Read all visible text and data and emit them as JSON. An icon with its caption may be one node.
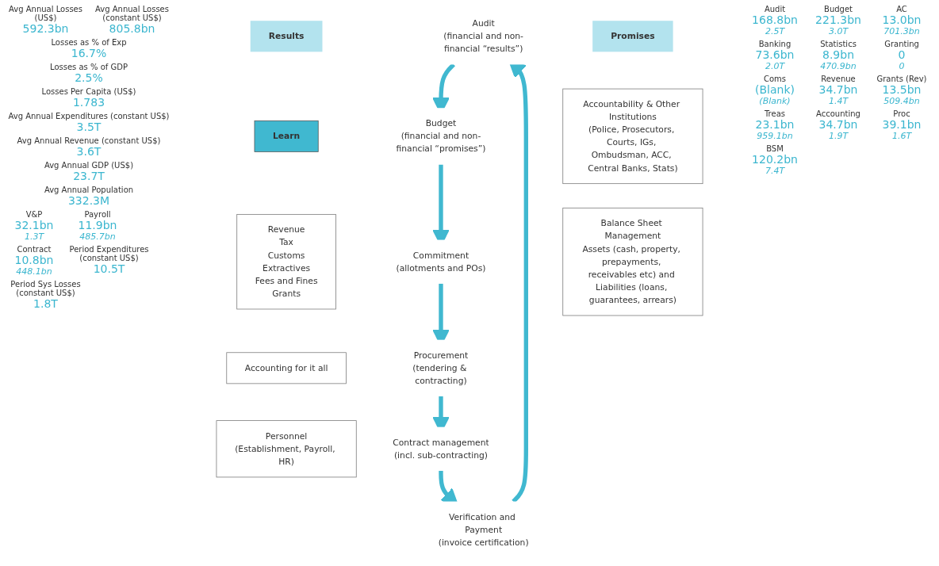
{
  "diagram": {
    "nodes": [
      {
        "text": [
          "Audit",
          "(financial and non-financial “results”)"
        ]
      },
      {
        "text": [
          "Budget",
          "(financial and non-financial “promises”)"
        ]
      },
      {
        "text": [
          "Commitment",
          "(allotments and POs)"
        ]
      },
      {
        "text": [
          "Procurement",
          "(tendering & contracting)"
        ]
      },
      {
        "text": [
          "Contract management",
          "(incl. sub-contracting)"
        ]
      },
      {
        "text": [
          "Verification and Payment",
          "(invoice certification)"
        ]
      },
      {
        "text": [
          "Learn"
        ]
      },
      {
        "text": [
          "Results"
        ]
      },
      {
        "text": [
          "Promises"
        ]
      },
      {
        "text": [
          "Revenue",
          "Tax",
          "Customs",
          "Extractives",
          "Fees and Fines",
          "Grants"
        ]
      },
      {
        "text": [
          "Accounting for it all"
        ]
      },
      {
        "text": [
          "Personnel",
          "(Establishment, Payroll, HR)"
        ]
      },
      {
        "text": [
          "Accountability & Other Institutions",
          "(Police, Prosecutors, Courts, IGs, Ombudsman, ACC, Central Banks, Stats)"
        ]
      },
      {
        "text": [
          "Balance Sheet Management",
          "Assets (cash, property, prepayments, receivables etc) and Liabilities (loans, guarantees, arrears)"
        ]
      }
    ],
    "edges": [
      {
        "from": 0,
        "to": 1,
        "arrow": "to"
      },
      {
        "from": 1,
        "to": 2,
        "arrow": "to"
      },
      {
        "from": 2,
        "to": 3,
        "arrow": "to"
      },
      {
        "from": 3,
        "to": 4,
        "arrow": "to"
      },
      {
        "from": 4,
        "to": 5,
        "arrow": "to"
      },
      {
        "from": 5,
        "to": 0,
        "arrow": "to"
      }
    ],
    "labels": [
      "Avg Annual Losses (US$)",
      "592.3bn",
      "Avg Annual Losses (constant US$)",
      "805.8bn",
      "Losses as % of Exp",
      "16.7%",
      "Losses as % of GDP",
      "2.5%",
      "Losses Per Capita (US$)",
      "1.783",
      "Avg Annual Expenditures (constant US$)",
      "3.5T",
      "Avg Annual Revenue (constant US$)",
      "3.6T",
      "Avg Annual GDP (US$)",
      "23.7T",
      "Avg Annual Population",
      "332.3M",
      "Audit",
      "168.8bn",
      "2.5T",
      "Budget",
      "221.3bn",
      "3.0T",
      "AC",
      "13.0bn",
      "701.3bn",
      "Banking",
      "73.6bn",
      "2.0T",
      "Statistics",
      "8.9bn",
      "470.9bn",
      "Granting",
      "0",
      "0",
      "Coms",
      "(Blank)",
      "(Blank)",
      "V&P",
      "32.1bn",
      "1.3T",
      "Revenue",
      "34.7bn",
      "1.4T",
      "Grants (Rev)",
      "13.5bn",
      "509.4bn",
      "Treas",
      "23.1bn",
      "959.1bn",
      "Accounting",
      "34.7bn",
      "1.9T",
      "Payroll",
      "11.9bn",
      "485.7bn",
      "Contract",
      "10.8bn",
      "448.1bn",
      "Proc",
      "39.1bn",
      "1.6T",
      "BSM",
      "120.2bn",
      "7.4T",
      "Period Expenditures (constant US$)",
      "10.5T",
      "Period Sys Losses (constant US$)",
      "1.8T"
    ]
  }
}
